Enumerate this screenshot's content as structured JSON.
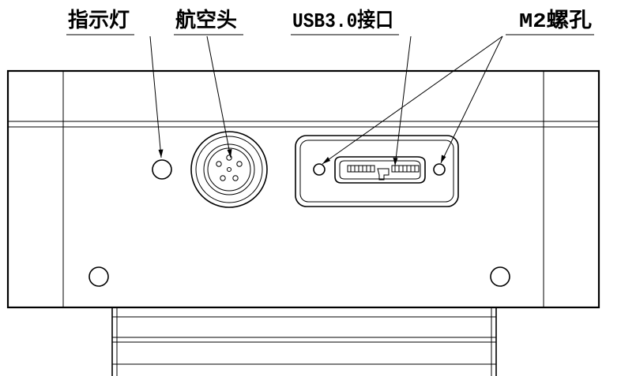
{
  "labels": {
    "indicator": "指示灯",
    "aviation_connector": "航空头",
    "usb_port": "USB3.0接口",
    "m2_screw_hole": "M2螺孔"
  },
  "colors": {
    "line": "#000000",
    "background": "#ffffff"
  }
}
